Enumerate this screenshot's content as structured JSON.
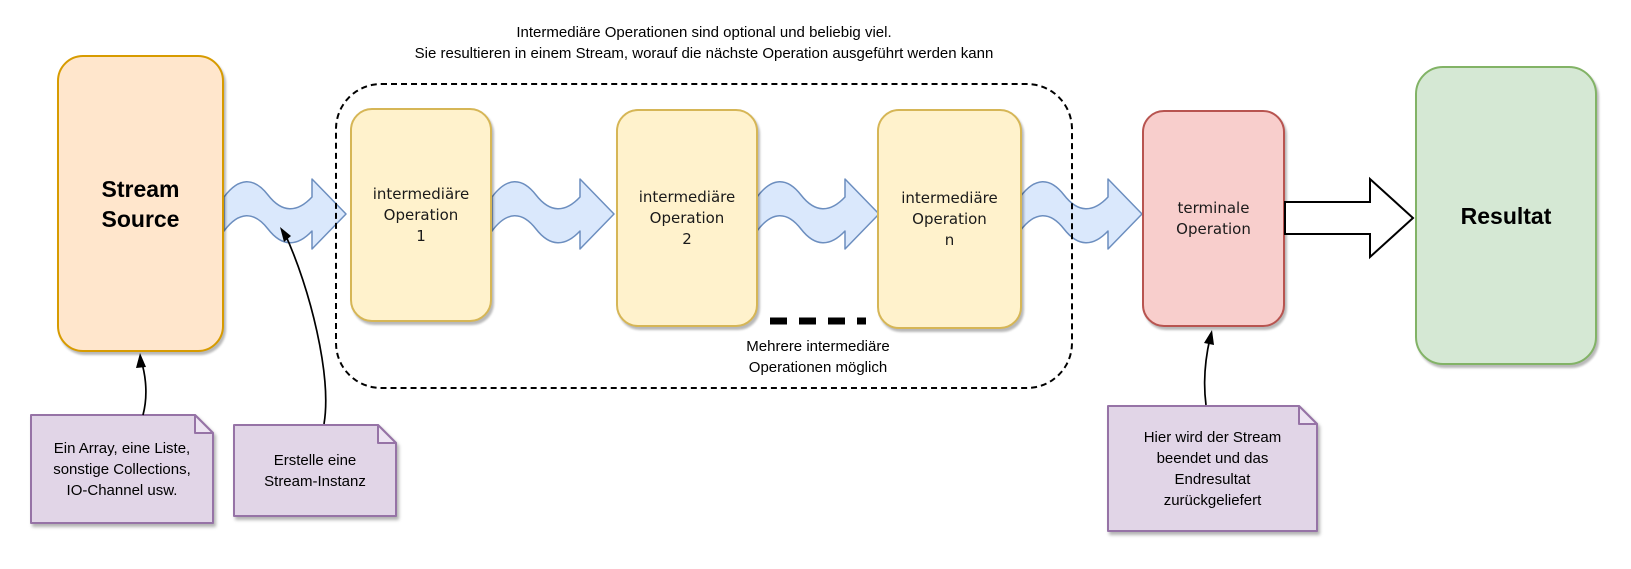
{
  "caption": {
    "text": "Intermediäre Operationen sind optional und beliebig viel.\nSie resultieren in einem Stream, worauf die nächste Operation ausgeführt werden kann"
  },
  "nodes": {
    "source": {
      "label": "Stream\nSource"
    },
    "op1": {
      "label": "intermediäre\nOperation\n1"
    },
    "op2": {
      "label": "intermediäre\nOperation\n2"
    },
    "opn": {
      "label": "intermediäre\nOperation\nn"
    },
    "terminal": {
      "label": "terminale\nOperation"
    },
    "result": {
      "label": "Resultat"
    }
  },
  "labels": {
    "multiple_ops": "Mehrere intermediäre\nOperationen möglich"
  },
  "notes": {
    "source_note": "Ein Array, eine Liste,\nsonstige Collections,\nIO-Channel usw.",
    "stream_note": "Erstelle eine\nStream-Instanz",
    "terminal_note": "Hier wird der Stream\nbeendet und das\nEndresultat\nzurückgeliefert"
  },
  "colors": {
    "source_fill": "#FFE6CC",
    "source_border": "#D79B00",
    "op_fill": "#FFF2CC",
    "op_border": "#D6B656",
    "terminal_fill": "#F8CECC",
    "terminal_border": "#B85450",
    "result_fill": "#D5E8D4",
    "result_border": "#82B366",
    "note_fill": "#E1D5E7",
    "note_border": "#9673A6",
    "flow_fill": "#DAE8FC",
    "flow_border": "#6C8EBF"
  }
}
